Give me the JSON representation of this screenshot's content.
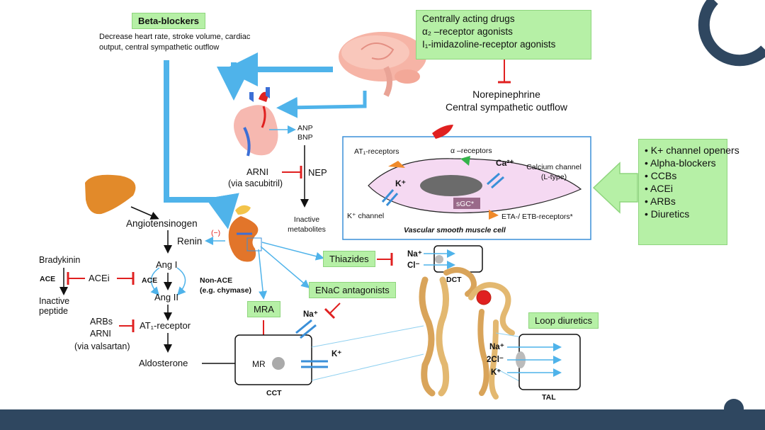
{
  "beta_blockers": {
    "title": "Beta-blockers",
    "desc1": "Decrease heart rate, stroke volume, cardiac",
    "desc2": "output, central sympathetic outflow"
  },
  "central_drugs": {
    "line1": "Centrally acting drugs",
    "line2": "α₂ –receptor agonists",
    "line3": "I₁-imidazoline-receptor agonists"
  },
  "norepinephrine": {
    "line1": "Norepinephrine",
    "line2": "Central sympathetic outflow"
  },
  "heart": {
    "anp": "ANP",
    "bnp": "BNP",
    "arni": "ARNI",
    "via_sacubitril": "(via sacubitril)",
    "nep": "NEP",
    "inactive1": "Inactive",
    "inactive2": "metabolites"
  },
  "vsmc": {
    "at1": "AT₁-receptors",
    "alpha": "α –receptors",
    "ca": "Ca²⁺",
    "calcium1": "Calcium channel",
    "calcium2": "(L-type)",
    "k": "K⁺",
    "sgc": "sGC*",
    "kchannel": "K⁺ channel",
    "et": "ETA-/ ETB-receptors*",
    "caption": "Vascular smooth muscle cell"
  },
  "drug_list": [
    "K+ channel openers",
    "Alpha-blockers",
    "CCBs",
    "ACEi",
    "ARBs",
    "Diuretics"
  ],
  "raas": {
    "angiotensinogen": "Angiotensinogen",
    "renin": "Renin",
    "minus": "(−)",
    "bradykinin": "Bradykinin",
    "ace_left": "ACE",
    "acei": "ACEi",
    "ace_mid": "ACE",
    "ang1": "Ang I",
    "ang2": "Ang II",
    "nonace1": "Non-ACE",
    "nonace2": "(e.g. chymase)",
    "inactive1": "Inactive",
    "inactive2": "peptide",
    "arbs": "ARBs",
    "arni": "ARNI",
    "via_valsartan": "(via valsartan)",
    "at1": "AT₁-receptor",
    "aldosterone": "Aldosterone"
  },
  "kidney": {
    "thiazides": "Thiazides",
    "enac": "ENaC antagonists",
    "mra": "MRA",
    "loop": "Loop diuretics",
    "dct": "DCT",
    "cct": "CCT",
    "tal": "TAL",
    "na": "Na⁺",
    "cl": "Cl⁻",
    "na2": "Na⁺",
    "k_cct": "K⁺",
    "mr": "MR",
    "tal_na": "Na⁺",
    "tal_cl": "2Cl⁻",
    "tal_k": "K⁺"
  },
  "colors": {
    "arrow_blue": "#4fb3ea",
    "inhibit_red": "#e02020",
    "green_box": "#b6f0a6",
    "dark_bar": "#2f4760"
  }
}
